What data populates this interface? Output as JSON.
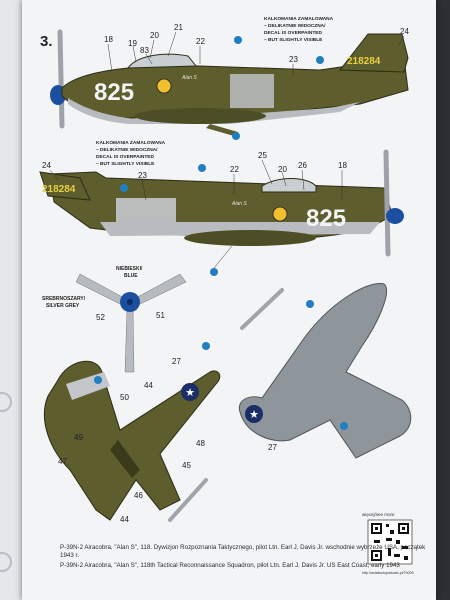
{
  "sheet": {
    "number": "3.",
    "note_en_top": [
      "DECAL IS OVERPAINTED",
      "– BUT SLIGHTLY VISIBLE"
    ],
    "note_pl_top": [
      "KALKOMANIA ZAMALOWANA",
      "– DELIKATNIE WIDOCZNA/"
    ],
    "note_pl_mid": [
      "KALKOMANIA ZAMALOWANA",
      "– DELIKATNIE WIDOCZNA/"
    ],
    "note_en_mid": [
      "DECAL IS OVERPAINTED",
      "– BUT SLIGHTLY VISIBLE"
    ],
    "color_blue": "NIEBIESKI/\nBLUE",
    "color_blue_pl": "NIEBIESKI/",
    "color_blue_en": "BLUE",
    "color_silver_pl": "SREBRNOSZARY/",
    "color_silver_en": "SILVER GREY",
    "aircraft_code": "825",
    "tail_serial": "218284",
    "nose_name": "Alan S",
    "more_label": "więcej/see more",
    "url": "http://aviationtopdecals.pl/70009",
    "caption_pl": "P-39N-2 Airacobra, \"Alan S\", 118. Dywizjon Rozpoznania Taktycznego, pilot Ltn. Earl J. Davis Jr. wschodnie wybrzeże USA, początek 1943 r.",
    "caption_en": "P-39N-2 Airacobra, \"Alan S\", 118th Tactical Reconnaissance Squadron, pilot Ltn. Earl J. Davis Jr. US East Coast, early 1943"
  },
  "callouts_top": [
    "18",
    "19",
    "20",
    "21",
    "22",
    "83",
    "23",
    "24"
  ],
  "callouts_mid": [
    "24",
    "23",
    "22",
    "25",
    "20",
    "26",
    "18"
  ],
  "callouts_prop": [
    "52",
    "51"
  ],
  "callouts_top_view": [
    "27",
    "44",
    "50",
    "49",
    "48",
    "45",
    "47",
    "46",
    "44"
  ],
  "callouts_bottom_view": [
    "27"
  ],
  "colors": {
    "olive": "#5d5d2e",
    "grey": "#8e959b",
    "blue_accent": "#1f7fc0",
    "spinner_blue": "#1d4fa0"
  }
}
